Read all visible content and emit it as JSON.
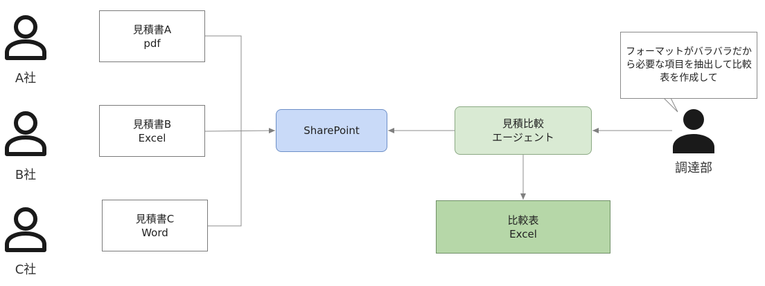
{
  "companies": [
    {
      "label": "A社",
      "document": [
        "見積書A",
        "pdf"
      ]
    },
    {
      "label": "B社",
      "document": [
        "見積書B",
        "Excel"
      ]
    },
    {
      "label": "C社",
      "document": [
        "見積書C",
        "Word"
      ]
    }
  ],
  "sharepoint": {
    "label": "SharePoint"
  },
  "agent": {
    "line1": "見積比較",
    "line2": "エージェント"
  },
  "comparison_table": {
    "line1": "比較表",
    "line2": "Excel"
  },
  "procurement": {
    "label": "調達部"
  },
  "speech_bubble": {
    "text": "フォーマットがバラバラだから必要な項目を抽出して比較表を作成して"
  },
  "colors": {
    "sharepoint_fill": "#c9daf8",
    "agent_fill": "#d9ead3",
    "table_fill": "#b6d7a8",
    "icon": "#1a1a1a",
    "connector": "#7f7f7f"
  },
  "icons": {
    "person_outline": "person-outline-icon",
    "person_filled": "person-filled-icon"
  }
}
